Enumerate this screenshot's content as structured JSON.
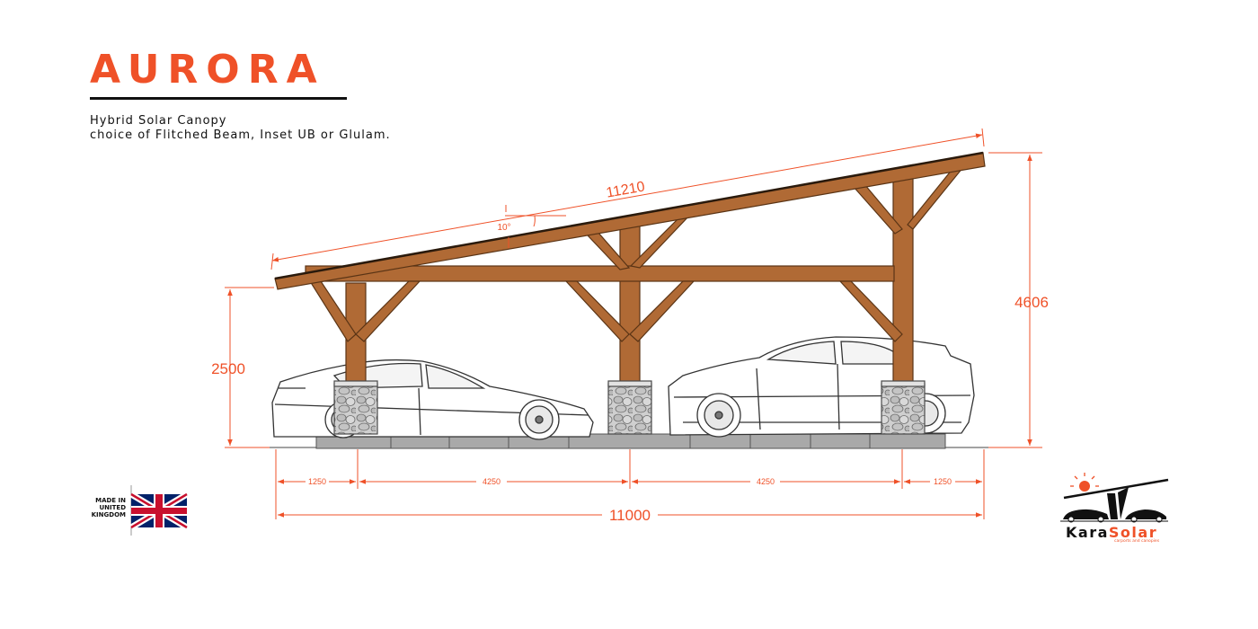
{
  "header": {
    "title": "AURORA",
    "subtitle_line1": "Hybrid Solar Canopy",
    "subtitle_line2": "choice of Flitched Beam, Inset UB or Glulam."
  },
  "dimensions": {
    "roof_length": "11210",
    "roof_angle": "10°",
    "low_height": "2500",
    "high_height": "4606",
    "span_1": "1250",
    "span_2": "4250",
    "span_3": "4250",
    "span_4": "1250",
    "overall_width": "11000"
  },
  "badge": {
    "made_in_line1": "MADE IN",
    "made_in_line2": "UNITED",
    "made_in_line3": "KINGDOM"
  },
  "brand": {
    "name_part1": "Kara",
    "name_part2": "Solar",
    "tagline": "carports and canopies"
  },
  "colors": {
    "accent": "#ef5128",
    "timber": "#b06a35",
    "timber_edge": "#5a3415",
    "stone": "#c7c7c7",
    "paving": "#a9a9a9",
    "flag_blue": "#012169",
    "flag_red": "#c8102e"
  }
}
